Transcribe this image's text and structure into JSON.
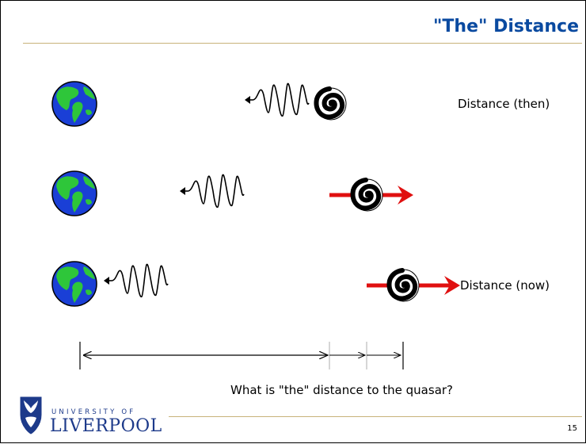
{
  "slide": {
    "title": "\"The\" Distance",
    "page_number": "15"
  },
  "rows": [
    {
      "label": "Distance (then)"
    },
    {
      "label": ""
    },
    {
      "label": "Distance (now)"
    }
  ],
  "question": "What is \"the\" distance to the quasar?",
  "logo": {
    "line1": "UNIVERSITY OF",
    "line2": "LIVERPOOL"
  },
  "colors": {
    "title": "#0a4aa0",
    "rule": "#c7b27a",
    "arrow_red": "#e01010",
    "earth_ocean": "#1a3fd6",
    "earth_land": "#2ec63a",
    "logo_blue": "#1d3a8a"
  },
  "icons": [
    "earth-icon",
    "wave-packet-icon",
    "galaxy-icon",
    "recession-arrow-icon",
    "university-crest-icon"
  ]
}
